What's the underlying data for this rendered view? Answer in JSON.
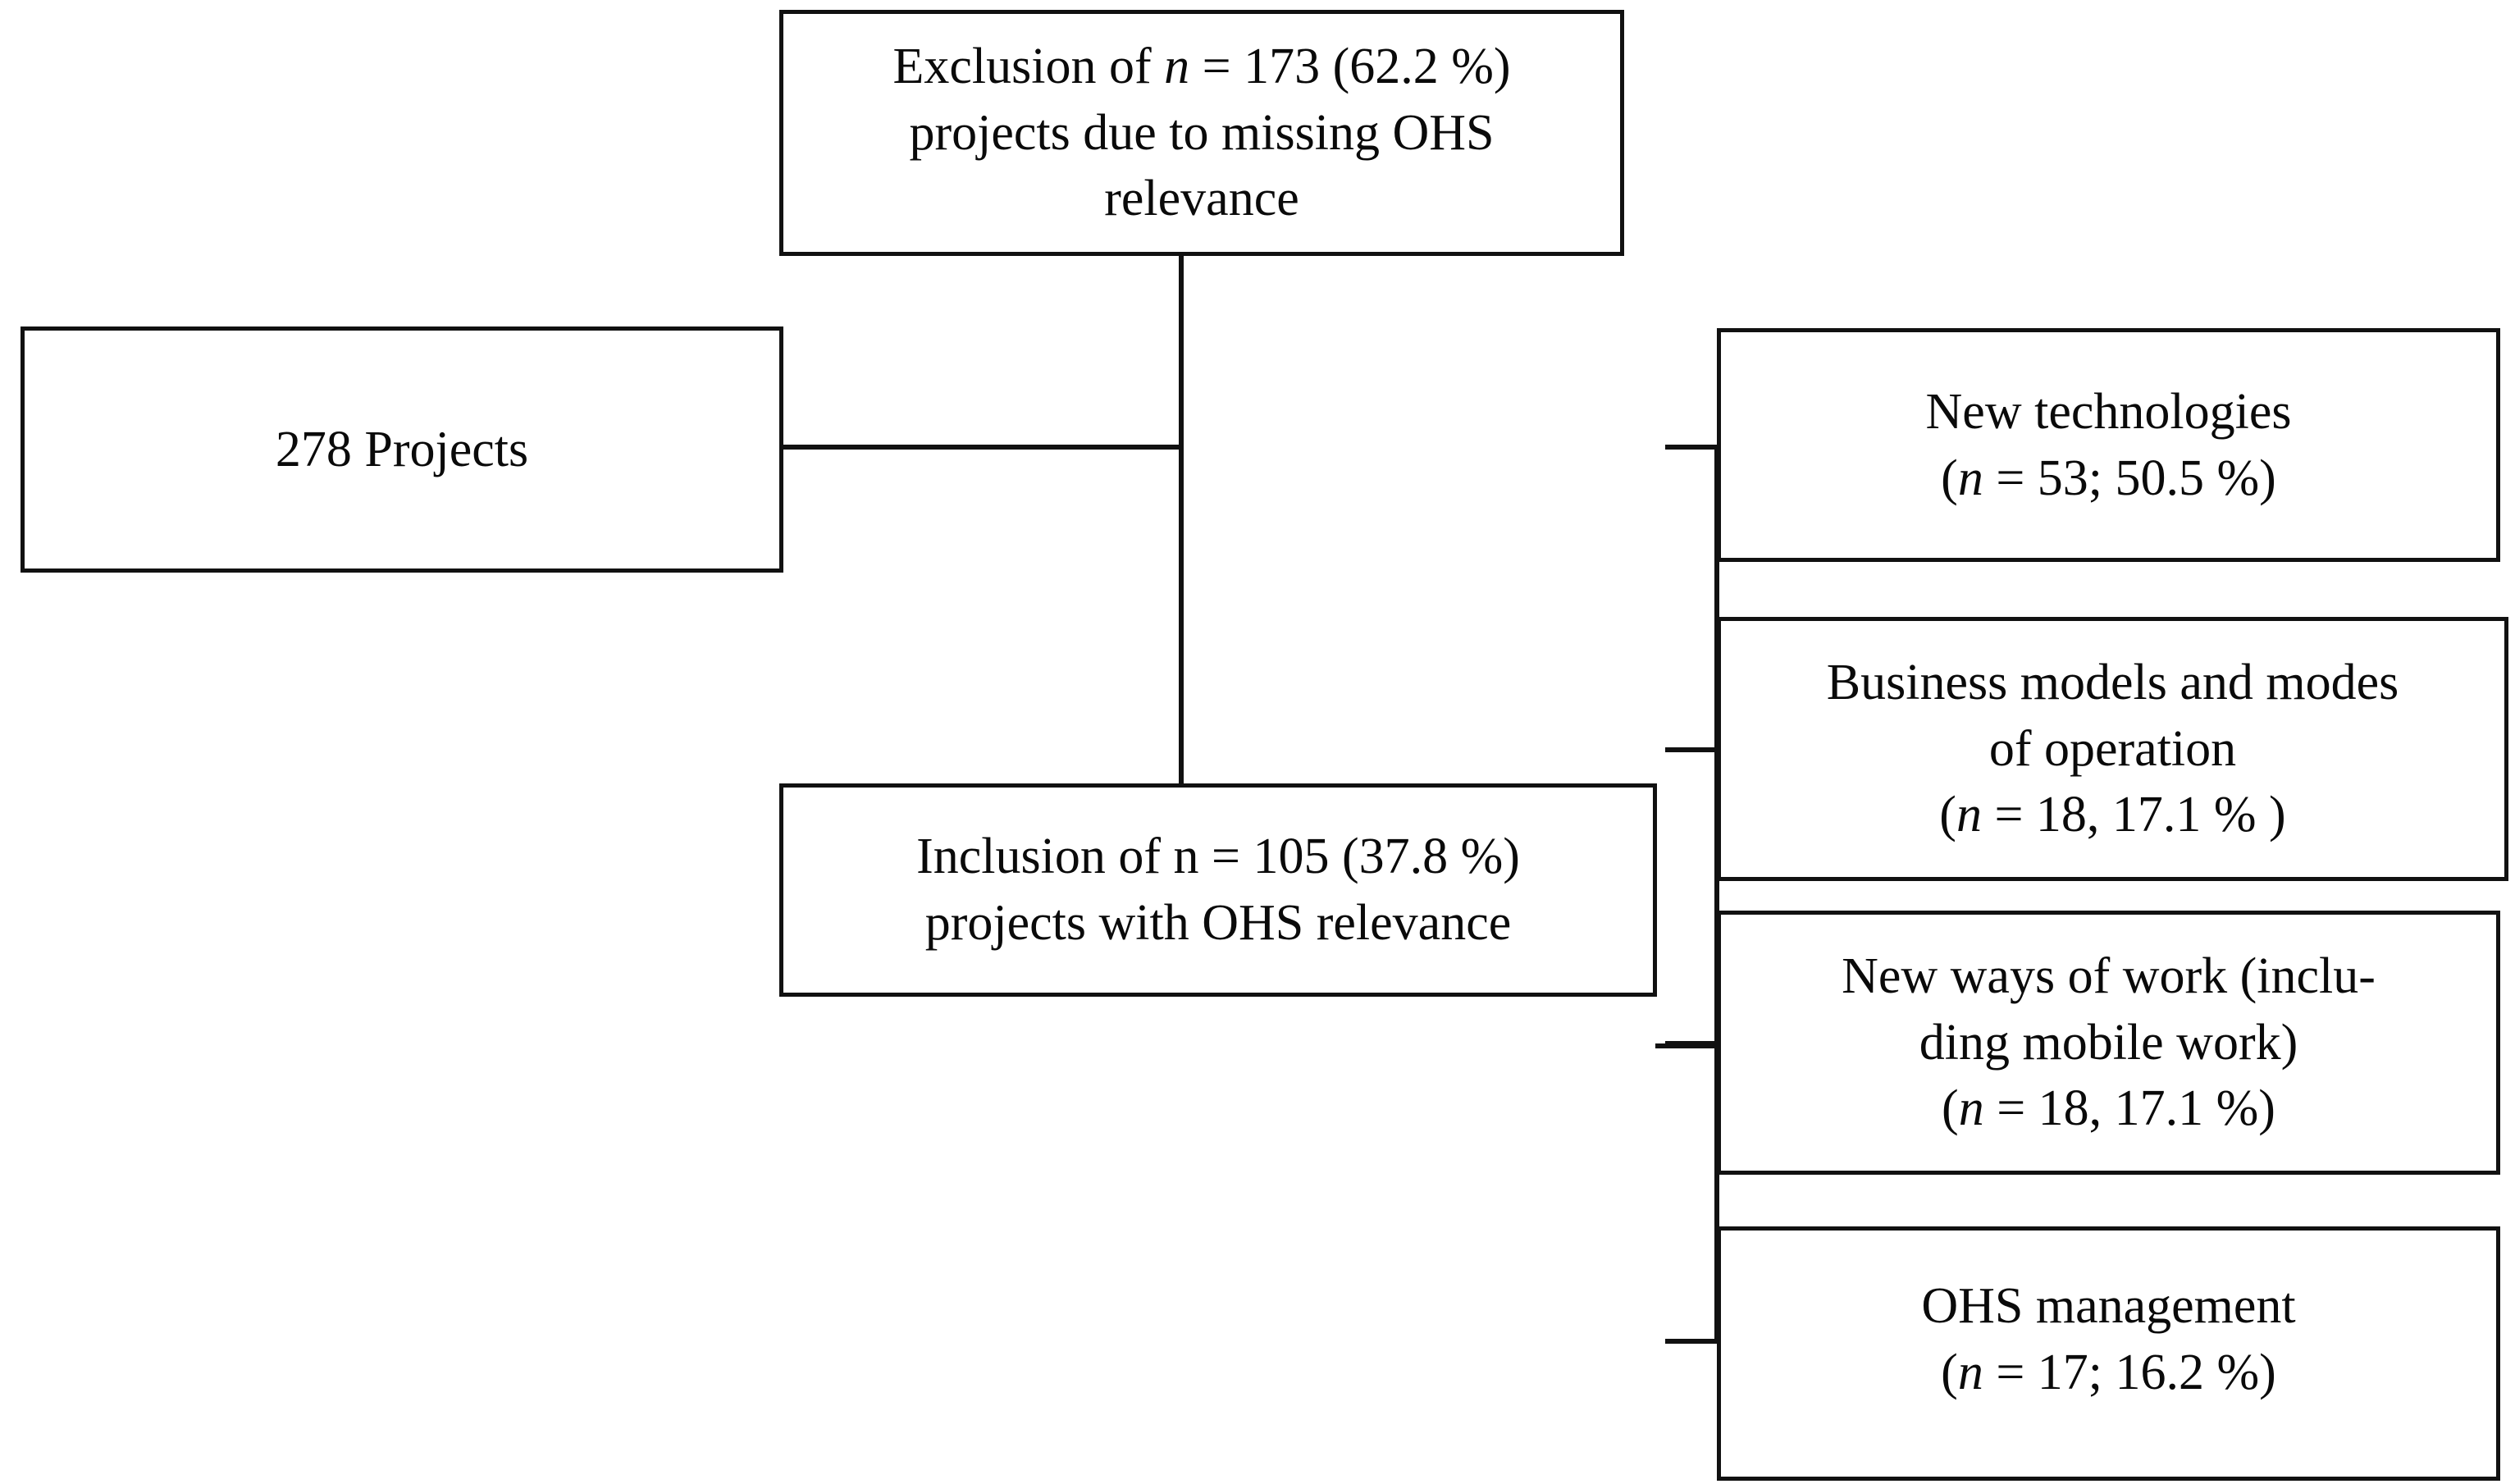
{
  "diagram": {
    "title": "Project selection and categorisation flowchart",
    "type": "flowchart",
    "orientation": "left-to-right",
    "background_color": "#ffffff",
    "line_color": "#111111",
    "text_color": "#0a0a0a"
  },
  "nodes": {
    "source": {
      "id": "source",
      "label": "278 Projects",
      "count": 278
    },
    "exclusion": {
      "id": "exclusion",
      "label": "Exclusion of n = 173 (62.2 %)\nprojects due to missing OHS\nrelevance",
      "count": 173,
      "percent": "62.2 %"
    },
    "inclusion": {
      "id": "inclusion",
      "label": "Inclusion of n = 105 (37.8 %)\nprojects with OHS relevance",
      "count": 105,
      "percent": "37.8 %"
    }
  },
  "categories": [
    {
      "id": "new-technologies",
      "label": "New technologies\n(n = 53; 50.5 %)",
      "name": "New technologies",
      "count": 53,
      "percent": "50.5 %"
    },
    {
      "id": "business-models",
      "label": "Business models and modes\nof operation\n(n = 18, 17.1 % )",
      "name": "Business models and modes of operation",
      "count": 18,
      "percent": "17.1 %"
    },
    {
      "id": "new-ways-of-work",
      "label": "New ways of work (inclu-\nding mobile work)\n(n = 18, 17.1 %)",
      "name": "New ways of work (including mobile work)",
      "count": 18,
      "percent": "17.1 %"
    },
    {
      "id": "ohs-management",
      "label": "OHS management\n(n = 17; 16.2 %)",
      "name": "OHS management",
      "count": 17,
      "percent": "16.2 %"
    }
  ]
}
